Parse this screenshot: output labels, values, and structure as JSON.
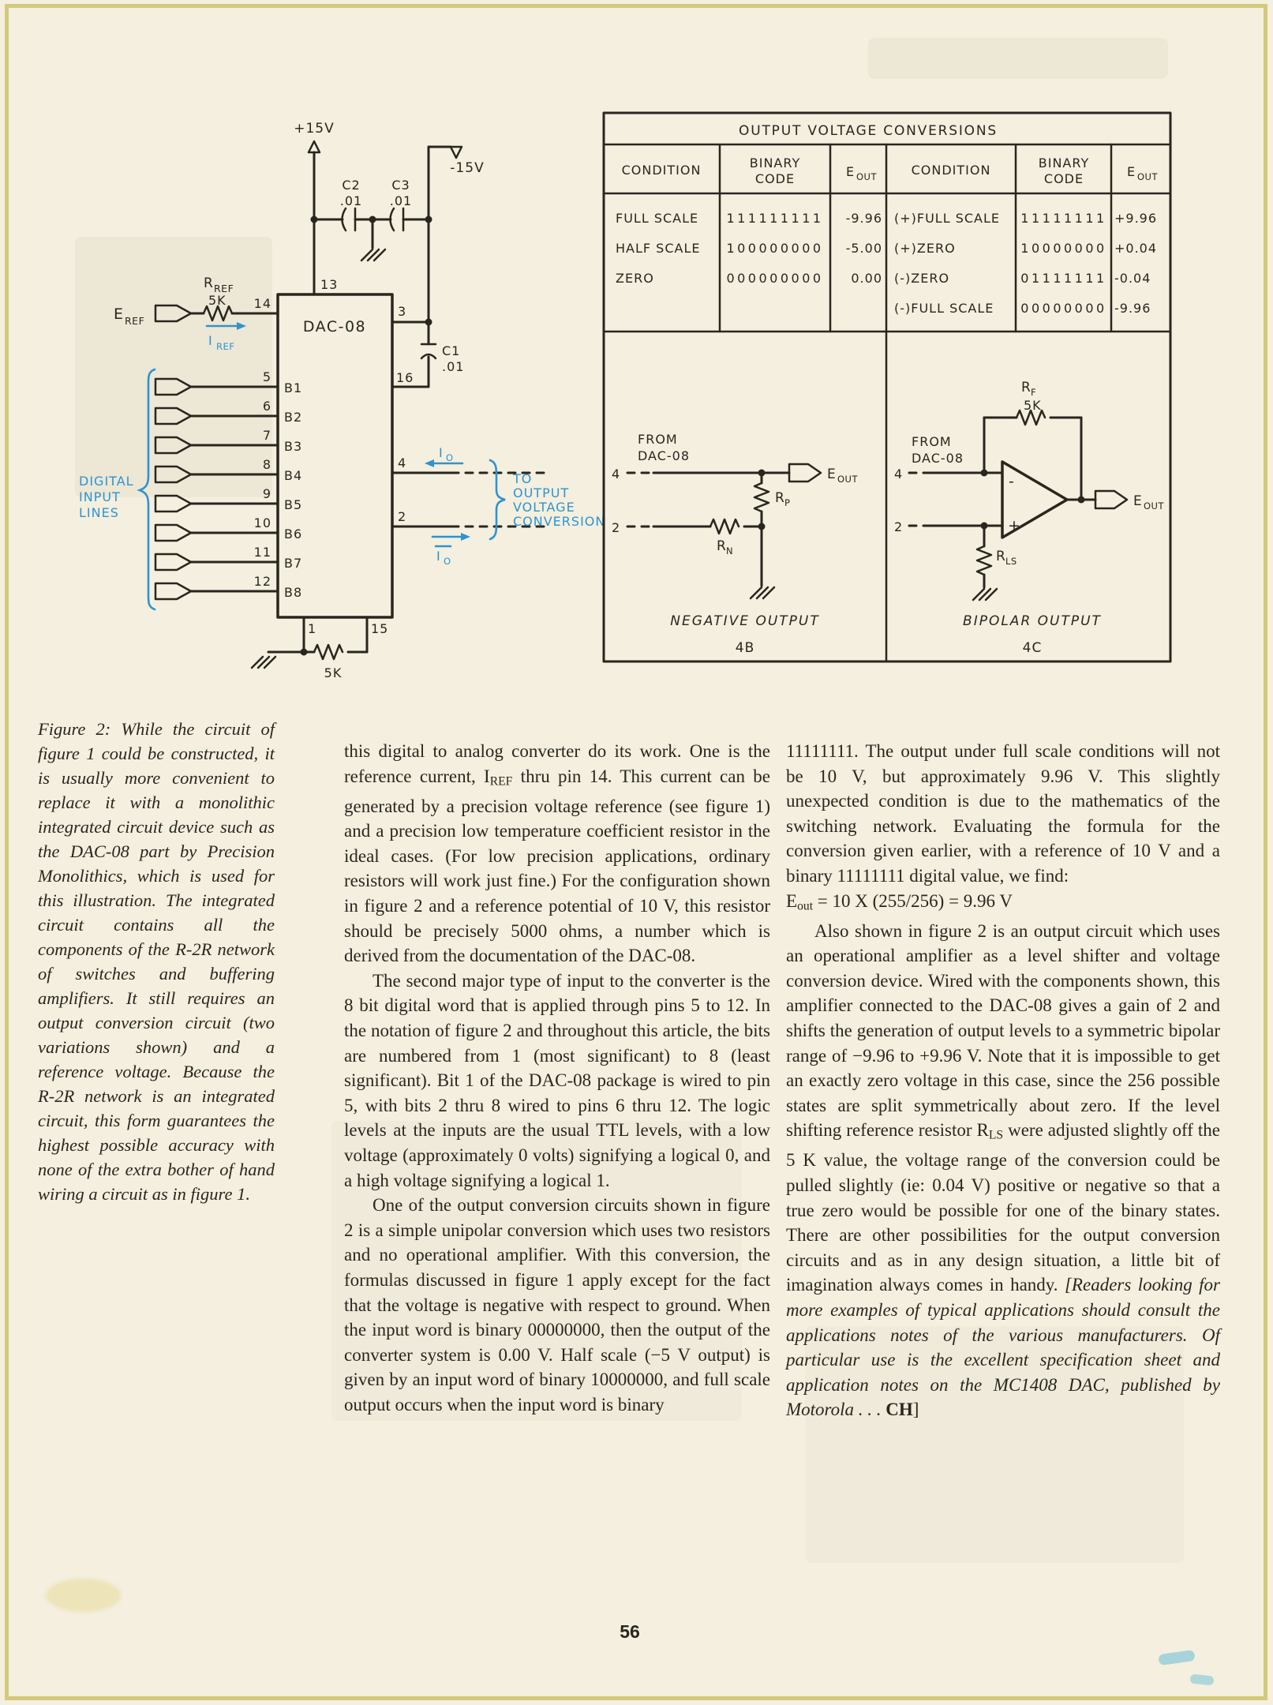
{
  "page": {
    "number": "56"
  },
  "figure": {
    "schematic": {
      "v_plus": "+15V",
      "v_minus": "-15V",
      "c2": "C2",
      "c2_val": ".01",
      "c3": "C3",
      "c3_val": ".01",
      "c1": "C1",
      "c1_val": ".01",
      "r_ref": "R",
      "r_ref_sub": "REF",
      "r_ref_val": "5K",
      "e_ref": "E",
      "e_ref_sub": "REF",
      "i_ref": "I",
      "i_ref_sub": "REF",
      "pin13": "13",
      "pin14": "14",
      "pin3": "3",
      "pin16": "16",
      "pin4": "4",
      "pin2": "2",
      "pin1": "1",
      "pin15": "15",
      "dac_label": "DAC-08",
      "input_pins": [
        "5",
        "6",
        "7",
        "8",
        "9",
        "10",
        "11",
        "12"
      ],
      "bit_labels": [
        "B1",
        "B2",
        "B3",
        "B4",
        "B5",
        "B6",
        "B7",
        "B8"
      ],
      "digital_label_lines": [
        "DIGITAL",
        "INPUT",
        "LINES"
      ],
      "io": "I",
      "io_sub": "O",
      "to_conversion_lines": [
        "TO",
        "OUTPUT",
        "VOLTAGE",
        "CONVERSION"
      ],
      "r_bottom_val": "5K"
    },
    "table": {
      "title": "OUTPUT VOLTAGE CONVERSIONS",
      "col_condition": "CONDITION",
      "col_binary_1": "BINARY",
      "col_binary_2": "CODE",
      "col_eout": "E",
      "col_eout_sub": "OUT",
      "left_rows": [
        {
          "condition": "FULL SCALE",
          "binary": "111111111",
          "eout": "-9.96"
        },
        {
          "condition": "HALF SCALE",
          "binary": "100000000",
          "eout": "-5.00"
        },
        {
          "condition": "ZERO",
          "binary": "000000000",
          "eout": "0.00"
        }
      ],
      "right_rows": [
        {
          "condition": "(+)FULL SCALE",
          "binary": "11111111",
          "eout": "+9.96"
        },
        {
          "condition": "(+)ZERO",
          "binary": "10000000",
          "eout": "+0.04"
        },
        {
          "condition": "(-)ZERO",
          "binary": "01111111",
          "eout": "-0.04"
        },
        {
          "condition": "(-)FULL SCALE",
          "binary": "00000000",
          "eout": "-9.96"
        }
      ]
    },
    "negative_output": {
      "from_1": "FROM",
      "from_2": "DAC-08",
      "pin4": "4",
      "pin2": "2",
      "e": "E",
      "e_sub": "OUT",
      "r": "R",
      "rp_sub": "P",
      "rn_sub": "N",
      "caption": "NEGATIVE OUTPUT",
      "tag": "4B"
    },
    "bipolar_output": {
      "from_1": "FROM",
      "from_2": "DAC-08",
      "pin4": "4",
      "pin2": "2",
      "rf": "R",
      "rf_sub": "F",
      "rf_val": "5K",
      "rls": "R",
      "rls_sub": "LS",
      "minus": "-",
      "plus": "+",
      "e": "E",
      "e_sub": "OUT",
      "caption": "BIPOLAR OUTPUT",
      "tag": "4C"
    }
  },
  "caption": {
    "runs": [
      {
        "t": "Figure 2: While the circuit of figure 1 could be constructed, it is usually more convenient to replace it with a monolithic integrated circuit device such as the DAC-08 part by Precision Monolithics, which is used for this illustration. The integrated circuit contains all the components of the R-2R network of switches and buffering amplifiers. It still requires an output conversion circuit (two variations shown) and a reference voltage. Because the R-2R network is an integrated circuit, this form guarantees the highest possible accuracy with none of the extra bother of hand wiring a circuit as in figure 1."
      }
    ]
  },
  "columns": {
    "middle": {
      "p1": [
        {
          "t": "this digital to analog converter do its work. One is the reference current, I"
        },
        {
          "t": "REF",
          "sub": true
        },
        {
          "t": " thru pin 14. This current can be generated by a precision voltage reference (see figure 1) and a precision low temperature coefficient resistor in the ideal cases. (For low precision applications, ordinary resistors will work just fine.) For the configuration shown in figure 2 and a reference potential of 10 V, this resistor should be precisely 5000 ohms, a number which is derived from the documentation of the DAC-08."
        }
      ],
      "p2": [
        {
          "t": "The second major type of input to the converter is the 8 bit digital word that is applied through pins 5 to 12. In the notation of figure 2 and throughout this article, the bits are numbered from 1 (most significant) to 8 (least significant). Bit 1 of the DAC-08 package is wired to pin 5, with bits 2 thru 8 wired to pins 6 thru 12. The logic levels at the inputs are the usual TTL levels, with a low voltage (approximately 0 volts) signifying a logical 0, and a high voltage signifying a logical 1."
        }
      ],
      "p3": [
        {
          "t": "One of the output conversion circuits shown in figure 2 is a simple unipolar conversion which uses two resistors and no operational amplifier. With this conversion, the formulas discussed in figure 1 apply except for the fact that the voltage is negative with respect to ground. When the input word is binary 00000000, then the output of the converter system is 0.00 V. Half scale (−5 V output) is given by an input word of binary 10000000, and full scale output occurs when the input word is binary"
        }
      ]
    },
    "right": {
      "p1": [
        {
          "t": "11111111. The output under full scale conditions will not be 10 V, but approximately 9.96 V. This slightly unexpected condition is due to the mathematics of the switching network. Evaluating the formula for the conversion given earlier, with a reference of 10 V and a binary 11111111 digital value, we find:"
        }
      ],
      "equation": [
        {
          "t": "E"
        },
        {
          "t": "out",
          "sub": true
        },
        {
          "t": " = 10 X (255/256) = 9.96 V"
        }
      ],
      "p2": [
        {
          "t": "Also shown in figure 2 is an output circuit which uses an operational amplifier as a level shifter and voltage conversion device. Wired with the components shown, this amplifier connected to the DAC-08 gives a gain of 2 and shifts the generation of output levels to a symmetric bipolar range of −9.96 to +9.96 V. Note that it is impossible to get an exactly zero voltage in this case, since the 256 possible states are split symmetrically about zero. If the level shifting reference resistor R"
        },
        {
          "t": "LS",
          "sub": true
        },
        {
          "t": " were adjusted slightly off the 5 K value, the voltage range of the conversion could be pulled slightly (ie: 0.04 V) positive or negative so that a true zero would be possible for one of the binary states. There are other possibilities for the output conversion circuits and as in any design situation, a little bit of imagination always comes in handy. "
        },
        {
          "t": "[Readers looking for more examples of typical applications should consult the applications notes of the various manufacturers. Of particular use is the excellent specification sheet and application notes on the MC1408 DAC, published by Motorola . . . ",
          "i": true
        },
        {
          "t": "CH",
          "b": true
        },
        {
          "t": "]"
        }
      ]
    }
  }
}
